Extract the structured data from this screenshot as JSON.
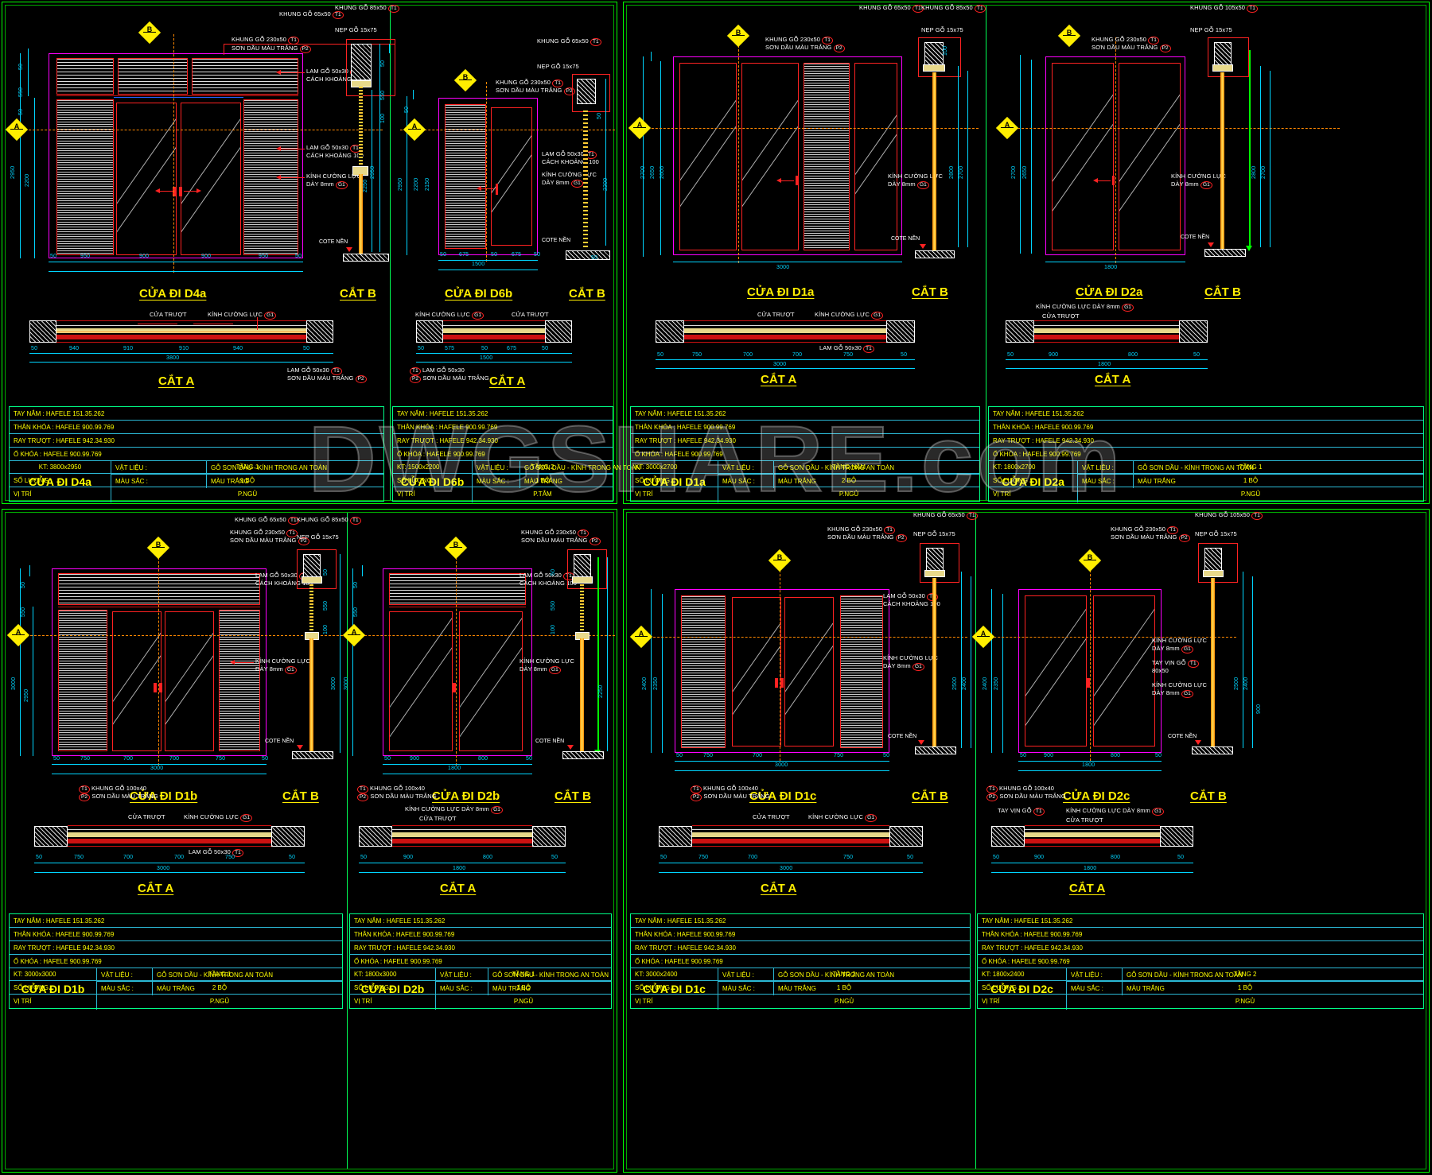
{
  "watermark": "DWGSHARE.com",
  "labels": {
    "cat_a": "CẮT A",
    "cat_b": "CẮT B",
    "bubble_a": "A",
    "bubble_b": "B",
    "cote": "COTE NỀN",
    "cua_truot": "CỬA TRƯỢT"
  },
  "notes": {
    "khung_230": "KHUNG GỖ 230x50",
    "khung_65": "KHUNG GỖ 65x50",
    "khung_85": "KHUNG GỖ 85x50",
    "khung_105": "KHUNG GỖ 105x50",
    "khung_100x40": "KHUNG GỖ 100x40",
    "nep_go": "NẸP GỖ 15x75",
    "son_dau": "SƠN DẦU MÀU TRẮNG",
    "lam_go": "LAM GỖ 50x30",
    "cach_khoang": "CÁCH KHOẢNG 100",
    "kinh_cuong_luc": "KÍNH CƯỜNG LỰC",
    "day_8mm": "DÀY 8mm",
    "kinh_cuong_luc_day": "KÍNH CƯỜNG LỰC DÀY 8mm",
    "tay_vin": "TAY VỊN GỖ",
    "tay_vin_size": "80x50",
    "tag_t1": "T1",
    "tag_p2": "P2",
    "tag_g1": "G1"
  },
  "titleblock_common": {
    "tay_nam": "TAY NẮM : HAFELE 151.35.262",
    "than_khoa": "THÂN KHÓA : HAFELE 900.99.769",
    "ray_truot": "RAY TRƯỢT : HAFELE 942.34.930",
    "o_khoa": "Ổ KHÓA : HAFELE 900.99.769",
    "vat_lieu_label": "VẬT LIỆU :",
    "vat_lieu_value": "GỖ SƠN DẦU - KÍNH TRONG AN TOÀN",
    "mau_sac_label": "MÀU SẮC :",
    "mau_sac_value": "MÀU TRẮNG",
    "kt_label": "KT:",
    "so_luong_label": "SỐ LƯỢNG :",
    "vi_tri_label": "VỊ TRÍ"
  },
  "doors": [
    {
      "id": "d4a",
      "name": "CỬA ĐI D4a",
      "kt": "3800x2950",
      "tang": "TẦNG 1",
      "so_luong": "1 BỘ",
      "vi_tri": "P.NGỦ",
      "elev_heights": [
        "50",
        "550",
        "50",
        "2950",
        "2200"
      ],
      "elev_widths": [
        "50",
        "950",
        "900",
        "900",
        "950",
        "50"
      ],
      "elev_total_w": "3800",
      "plan_widths": [
        "50",
        "940",
        "910",
        "910",
        "940",
        "50"
      ],
      "plan_total": "3800",
      "cut_heights": [
        "50",
        "550",
        "100",
        "2950",
        "2250"
      ]
    },
    {
      "id": "d6b",
      "name": "CỬA ĐI D6b",
      "kt": "1500x2200",
      "tang": "TẦNG 2",
      "so_luong": "1 BỘ",
      "vi_tri": "P.TẮM",
      "elev_heights": [
        "50",
        "2950",
        "2200",
        "2150"
      ],
      "elev_widths": [
        "50",
        "675",
        "50",
        "675",
        "50"
      ],
      "elev_total_w": "1500",
      "plan_widths": [
        "50",
        "575",
        "50",
        "675",
        "50"
      ],
      "plan_total": "1500",
      "cut_heights": [
        "50",
        "2200",
        "2250"
      ]
    },
    {
      "id": "d1a",
      "name": "CỬA ĐI D1a",
      "kt": "3000x2700",
      "tang": "TẦNG HẦM",
      "so_luong": "2 BỘ",
      "vi_tri": "P.NGỦ",
      "elev_heights": [
        "2700",
        "2650",
        "2600"
      ],
      "elev_total_w": "3000",
      "plan_widths": [
        "50",
        "750",
        "700",
        "700",
        "750",
        "50"
      ],
      "plan_total": "3000",
      "cut_heights": [
        "100",
        "2800",
        "2700"
      ]
    },
    {
      "id": "d2a",
      "name": "CỬA ĐI D2a",
      "kt": "1800x2700",
      "tang": "TẦNG 1",
      "so_luong": "1 BỘ",
      "vi_tri": "P.NGỦ",
      "elev_heights": [
        "2700",
        "2650"
      ],
      "elev_total_w": "1800",
      "plan_widths": [
        "50",
        "900",
        "800",
        "50"
      ],
      "plan_total": "1800",
      "cut_heights": [
        "2800",
        "2700"
      ]
    },
    {
      "id": "d1b",
      "name": "CỬA ĐI D1b",
      "kt": "3000x3000",
      "tang": "TẦNG 1",
      "so_luong": "2 BỘ",
      "vi_tri": "P.NGỦ",
      "elev_heights": [
        "50",
        "550",
        "50",
        "3000",
        "2950"
      ],
      "elev_total_w": "3000",
      "plan_widths": [
        "50",
        "750",
        "700",
        "700",
        "750",
        "50"
      ],
      "plan_total": "3000",
      "cut_heights": [
        "50",
        "550",
        "100",
        "3000",
        "2250"
      ]
    },
    {
      "id": "d2b",
      "name": "CỬA ĐI D2b",
      "kt": "1800x3000",
      "tang": "TẦNG 1",
      "so_luong": "1 BỘ",
      "vi_tri": "P.NGỦ",
      "elev_heights": [
        "50",
        "550",
        "50",
        "3000",
        "2250"
      ],
      "elev_total_w": "1800",
      "plan_widths": [
        "50",
        "900",
        "800",
        "50"
      ],
      "plan_total": "1800",
      "cut_heights": [
        "50",
        "550",
        "100",
        "3000",
        "2250"
      ]
    },
    {
      "id": "d1c",
      "name": "CỬA ĐI D1c",
      "kt": "3000x2400",
      "tang": "TẦNG 2",
      "so_luong": "1 BỘ",
      "vi_tri": "P.NGỦ",
      "elev_heights": [
        "2400",
        "2350"
      ],
      "elev_total_w": "3000",
      "plan_widths": [
        "50",
        "750",
        "700",
        "750",
        "50"
      ],
      "plan_total": "3000",
      "cut_heights": [
        "2500",
        "2400"
      ]
    },
    {
      "id": "d2c",
      "name": "CỬA ĐI D2c",
      "kt": "1800x2400",
      "tang": "TẦNG 2",
      "so_luong": "1 BỘ",
      "vi_tri": "P.NGỦ",
      "elev_heights": [
        "2400",
        "2350"
      ],
      "elev_total_w": "1800",
      "plan_widths": [
        "50",
        "900",
        "800",
        "50"
      ],
      "plan_total": "1800",
      "cut_heights": [
        "2500",
        "2400",
        "900"
      ]
    }
  ],
  "colors": {
    "frame_green": "#00ff00",
    "dim_cyan": "#00d5ff",
    "note_red": "#ff2222",
    "text_yellow": "#ffff00",
    "magenta": "#ff00ff",
    "orange": "#ff8800"
  }
}
